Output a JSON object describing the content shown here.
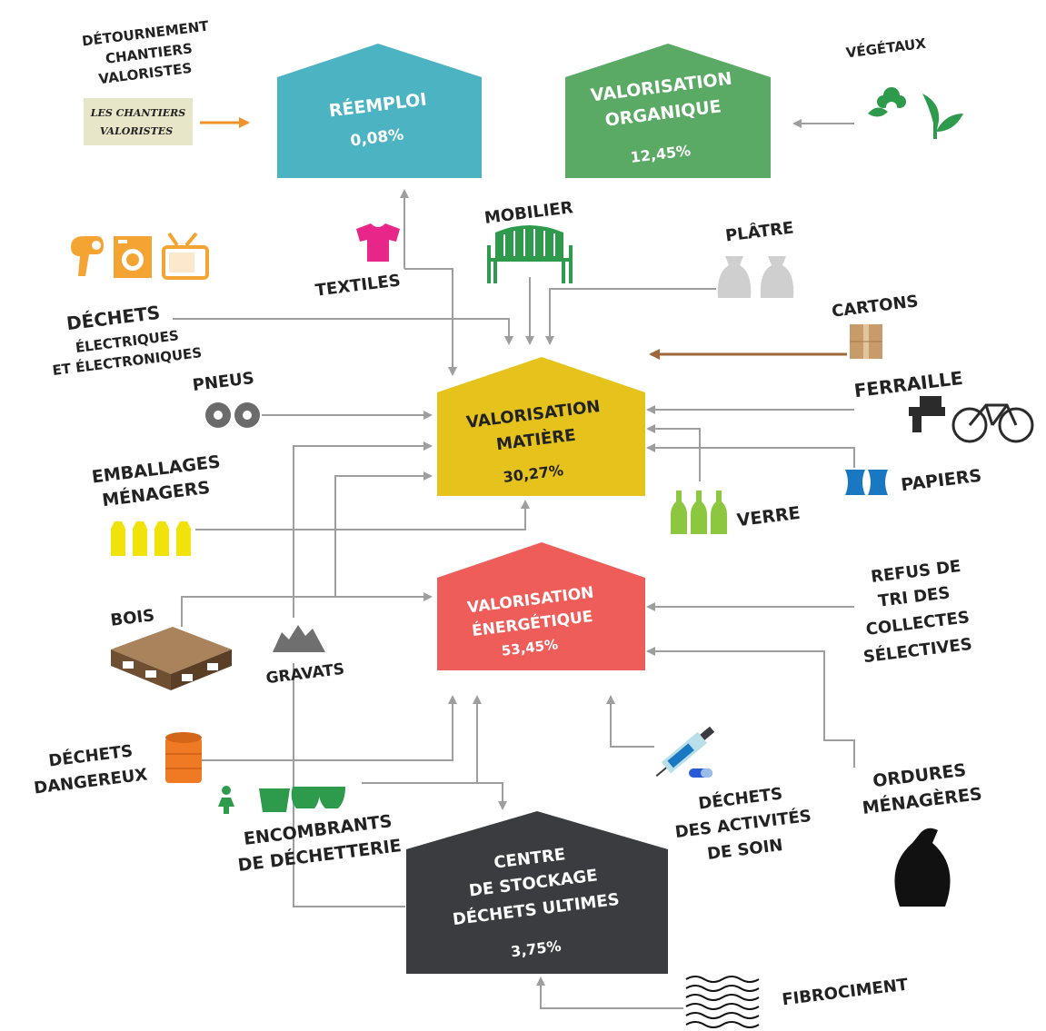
{
  "houses": {
    "reemploi": {
      "title": "RÉEMPLOI",
      "pct": "0,08%",
      "color": "#4bb3c1"
    },
    "organique": {
      "line1": "VALORISATION",
      "line2": "ORGANIQUE",
      "pct": "12,45%",
      "color": "#5aa964"
    },
    "matiere": {
      "line1": "VALORISATION",
      "line2": "MATIÈRE",
      "pct": "30,27%",
      "color": "#e6c31c"
    },
    "energetique": {
      "line1": "VALORISATION",
      "line2": "ÉNERGÉTIQUE",
      "pct": "53,45%",
      "color": "#ee5d5a"
    },
    "stockage": {
      "line1": "CENTRE",
      "line2": "DE STOCKAGE",
      "line3": "DÉCHETS ULTIMES",
      "pct": "3,75%",
      "color": "#3a3c3f"
    }
  },
  "sources": {
    "chantiers": {
      "line1": "DÉTOURNEMENT",
      "line2": "CHANTIERS",
      "line3": "VALORISTES",
      "logo_line1": "LES CHANTIERS",
      "logo_line2": "VALORISTES"
    },
    "vegetaux": {
      "label": "VÉGÉTAUX"
    },
    "textiles": {
      "label": "TEXTILES"
    },
    "mobilier": {
      "label": "MOBILIER"
    },
    "platre": {
      "label": "PLÂTRE"
    },
    "cartons": {
      "label": "CARTONS"
    },
    "deee": {
      "line1": "DÉCHETS",
      "line2": "ÉLECTRIQUES",
      "line3": "ET ÉLECTRONIQUES"
    },
    "pneus": {
      "label": "PNEUS"
    },
    "ferraille": {
      "label": "FERRAILLE"
    },
    "papiers": {
      "label": "PAPIERS"
    },
    "emballages": {
      "line1": "EMBALLAGES",
      "line2": "MÉNAGERS"
    },
    "verre": {
      "label": "VERRE"
    },
    "bois": {
      "label": "BOIS"
    },
    "gravats": {
      "label": "GRAVATS"
    },
    "refus": {
      "line1": "REFUS DE",
      "line2": "TRI DES",
      "line3": "COLLECTES",
      "line4": "SÉLECTIVES"
    },
    "dangereux": {
      "line1": "DÉCHETS",
      "line2": "DANGEREUX"
    },
    "encombrants": {
      "line1": "ENCOMBRANTS",
      "line2": "DE DÉCHETTERIE"
    },
    "soin": {
      "line1": "DÉCHETS",
      "line2": "DES ACTIVITÉS",
      "line3": "DE SOIN"
    },
    "ordures": {
      "line1": "ORDURES",
      "line2": "MÉNAGÈRES"
    },
    "fibrociment": {
      "label": "FIBROCIMENT"
    }
  },
  "colors": {
    "arrow": "#9e9e9e",
    "arrow_orange": "#f0912a",
    "arrow_brown": "#a0673a",
    "icon_orange": "#f3a433",
    "icon_green": "#2e9a4c",
    "icon_yellow": "#f2e20c",
    "icon_grey": "#cfcfcf",
    "icon_blue": "#1a78c2",
    "icon_bottle": "#8dc63f",
    "icon_wood": "#7a5a3a",
    "icon_pink": "#e8268a",
    "icon_barrel": "#f07a24"
  }
}
